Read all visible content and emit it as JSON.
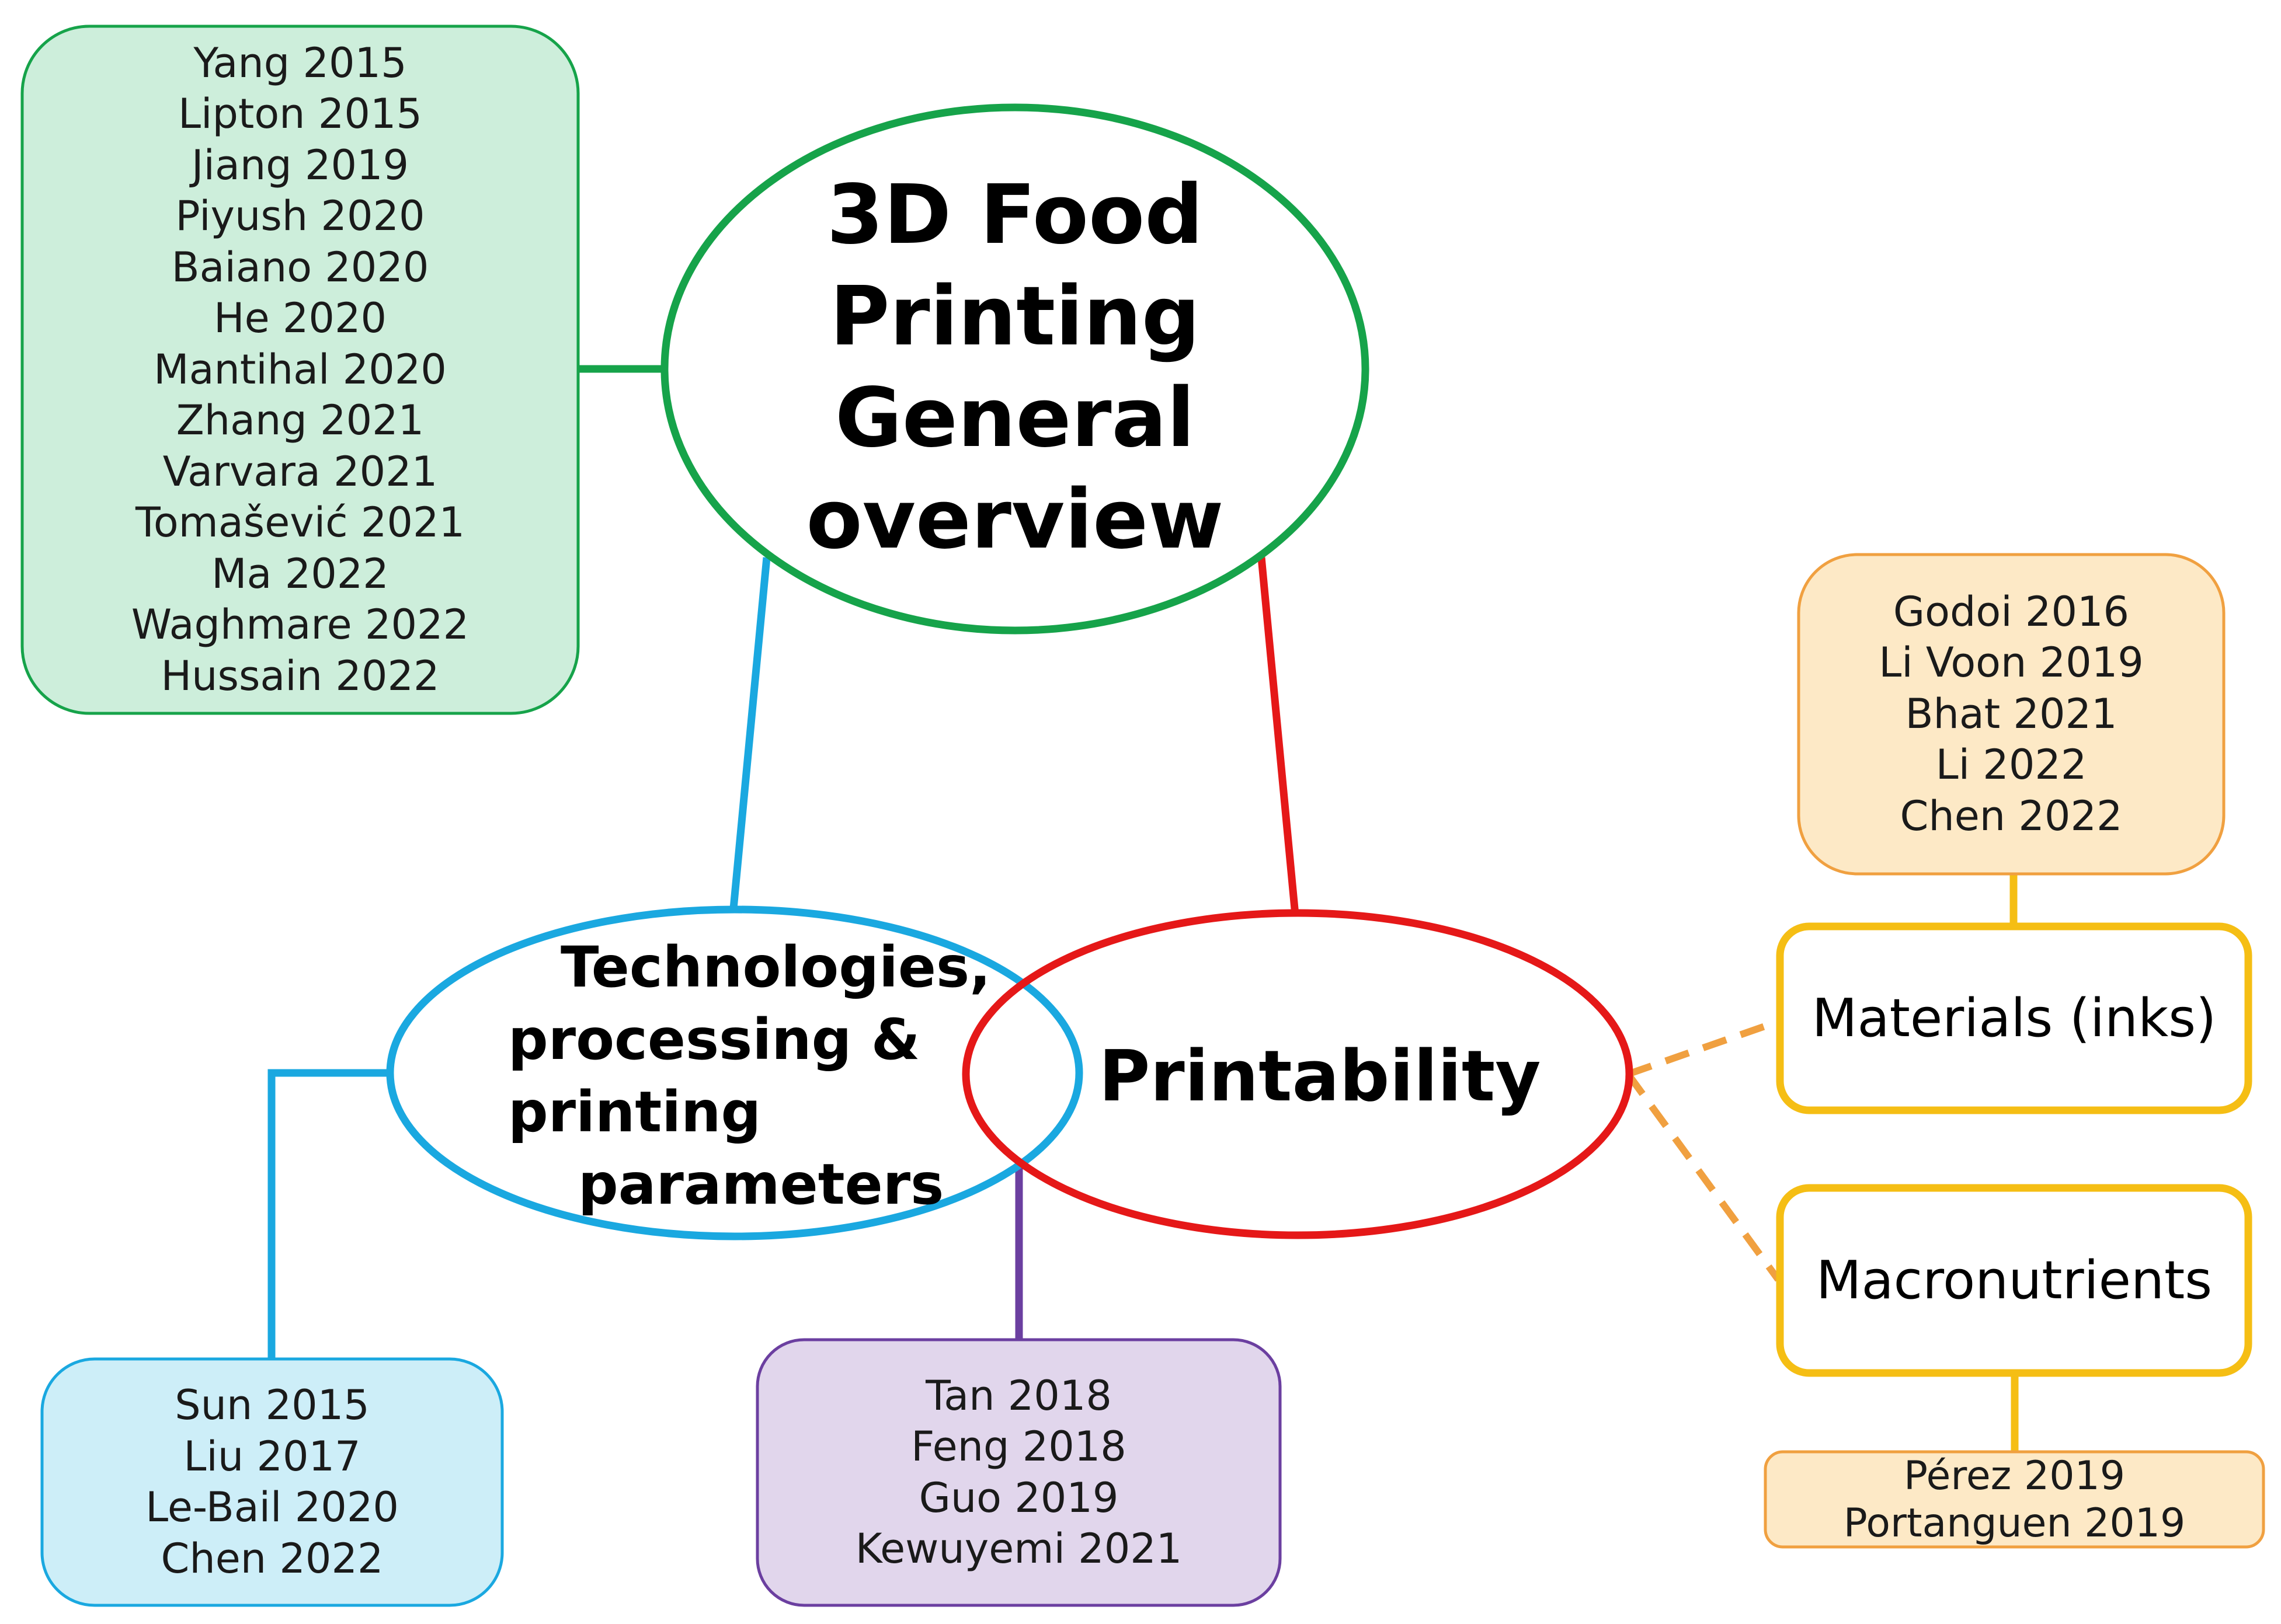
{
  "colors": {
    "general": "#16a34a",
    "general_fill": "#cdeedb",
    "technologies": "#1aa8e0",
    "technologies_fill": "#cdeef8",
    "printability": "#e51818",
    "overlap": "#6b3fa0",
    "overlap_fill": "#e1d6ec",
    "materials": "#f5be14",
    "materials_fill": "#fde9c6",
    "dashed": "#f0a040"
  },
  "nodes": {
    "general": {
      "title_lines": [
        "3D Food",
        "Printing",
        "General",
        "overview"
      ]
    },
    "technologies": {
      "title_lines": [
        "Technologies,",
        "processing &",
        "printing",
        "parameters"
      ]
    },
    "printability": {
      "title": "Printability"
    },
    "materials": {
      "label": "Materials (inks)"
    },
    "macronutrients": {
      "label": "Macronutrients"
    }
  },
  "references": {
    "general": [
      "Yang 2015",
      "Lipton 2015",
      "Jiang 2019",
      "Piyush 2020",
      "Baiano 2020",
      "He 2020",
      "Mantihal 2020",
      "Zhang 2021",
      "Varvara 2021",
      "Tomašević 2021",
      "Ma 2022",
      "Waghmare 2022",
      "Hussain 2022"
    ],
    "technologies": [
      "Sun 2015",
      "Liu 2017",
      "Le-Bail 2020",
      "Chen 2022"
    ],
    "overlap": [
      "Tan 2018",
      "Feng 2018",
      "Guo 2019",
      "Kewuyemi 2021"
    ],
    "materials": [
      "Godoi 2016",
      "Li Voon 2019",
      "Bhat 2021",
      "Li 2022",
      "Chen 2022"
    ],
    "macronutrients": [
      "Pérez 2019",
      "Portanguen 2019"
    ]
  }
}
